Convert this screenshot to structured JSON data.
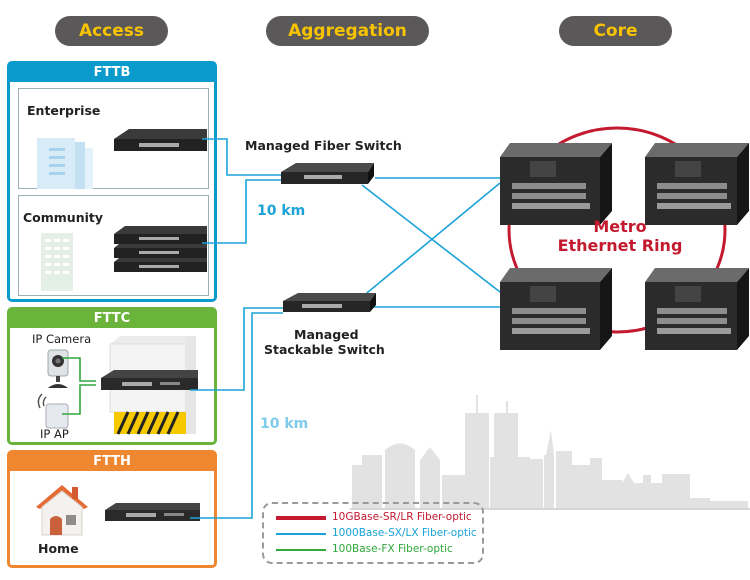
{
  "tiers": [
    {
      "label": "Access"
    },
    {
      "label": "Aggregation"
    },
    {
      "label": "Core"
    }
  ],
  "zones": {
    "fttb": {
      "title": "FTTB",
      "color": "#0a9bcc",
      "enterprise_label": "Enterprise",
      "community_label": "Community"
    },
    "fttc": {
      "title": "FTTC",
      "color": "#6ab43c",
      "ip_camera_label": "IP Camera",
      "ip_ap_label": "IP AP"
    },
    "ftth": {
      "title": "FTTH",
      "color": "#ee8730",
      "home_label": "Home"
    }
  },
  "aggregation": {
    "fiber_switch_label": "Managed Fiber Switch",
    "stackable_switch_line1": "Managed",
    "stackable_switch_line2": "Stackable Switch",
    "distance_top": "10 km",
    "distance_bottom": "10 km"
  },
  "core": {
    "ring_line1": "Metro",
    "ring_line2": "Ethernet Ring",
    "ring_color": "#c41a30"
  },
  "legend": [
    {
      "label": "10GBase-SR/LR Fiber-optic",
      "color": "#c41a30"
    },
    {
      "label": "1000Base-SX/LX Fiber-optic",
      "color": "#1ba3d8"
    },
    {
      "label": "100Base-FX Fiber-optic",
      "color": "#2fa83c"
    }
  ],
  "colors": {
    "tier_pill_bg": "#5a5858",
    "tier_pill_text": "#f7c300",
    "link_1000": "#1ba3d8",
    "link_100": "#2fa83c",
    "skyline": "#e3e3e3"
  }
}
